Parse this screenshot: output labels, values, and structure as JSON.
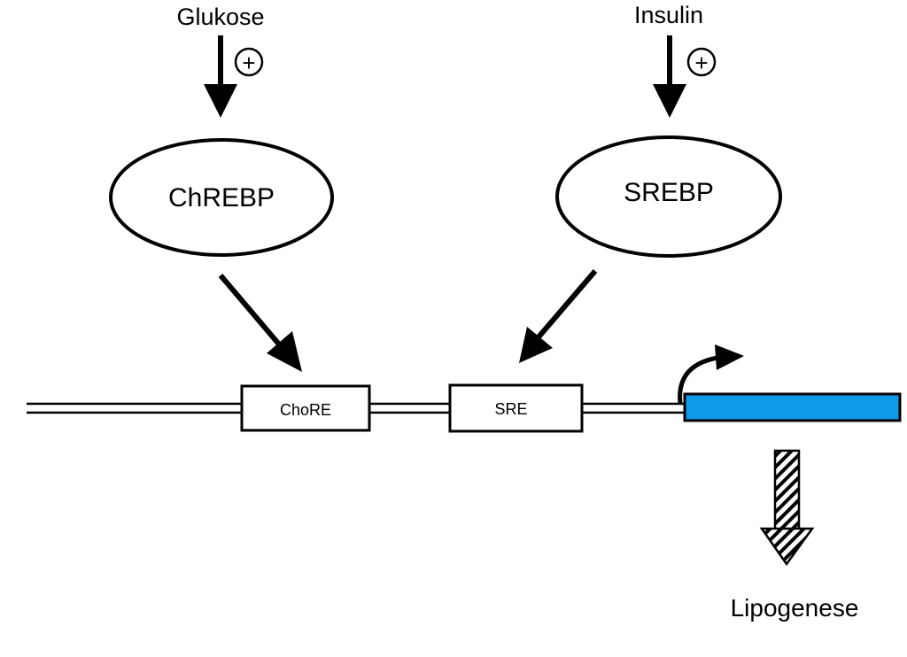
{
  "inputs": {
    "glucose": "Glukose",
    "insulin": "Insulin",
    "effect_sign": "+"
  },
  "factors": {
    "chrebp": "ChREBP",
    "srebp": "SREBP"
  },
  "elements": {
    "chore": "ChoRE",
    "sre": "SRE"
  },
  "output": {
    "label": "Lipogenese"
  },
  "colors": {
    "gene": "#0F9BEA",
    "ink": "#000000"
  }
}
